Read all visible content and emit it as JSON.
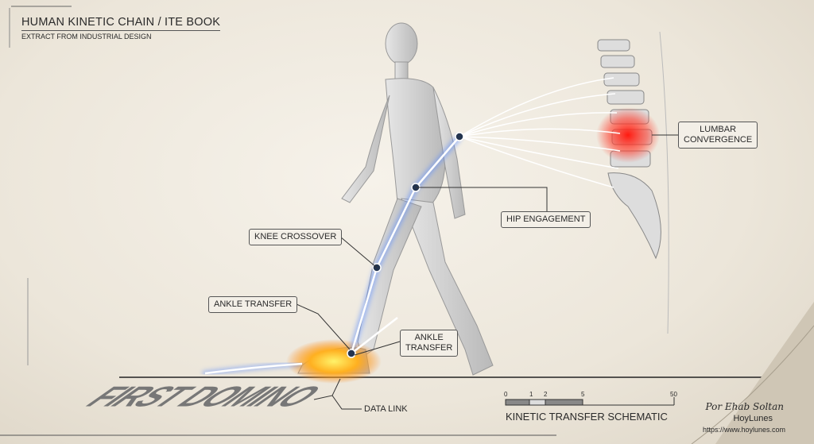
{
  "header": {
    "title": "HUMAN KINETIC CHAIN / ITE BOOK",
    "subtitle": "EXTRACT FROM INDUSTRIAL DESIGN"
  },
  "callouts": {
    "lumbar": [
      "LUMBAR",
      "CONVERGENCE"
    ],
    "hip": "HIP ENGAGEMENT",
    "knee": "KNEE CROSSOVER",
    "ankle_left": "ANKLE TRANSFER",
    "ankle_right": [
      "ANKLE",
      "TRANSFER"
    ],
    "data_link": "DATA LINK"
  },
  "ground_text": "FIRST DOMINO",
  "scale": {
    "ticks": [
      "0",
      "1",
      "2",
      "5",
      "50"
    ],
    "title": "KINETIC TRANSFER SCHEMATIC"
  },
  "credit": {
    "signature": "Por Ehab Soltan",
    "brand": "HoyLunes",
    "url": "https://www.hoylunes.com"
  },
  "colors": {
    "energy_blue": "#3a7bff",
    "hot_red": "#ff2a1a",
    "hot_yellow": "#ffc21a"
  }
}
